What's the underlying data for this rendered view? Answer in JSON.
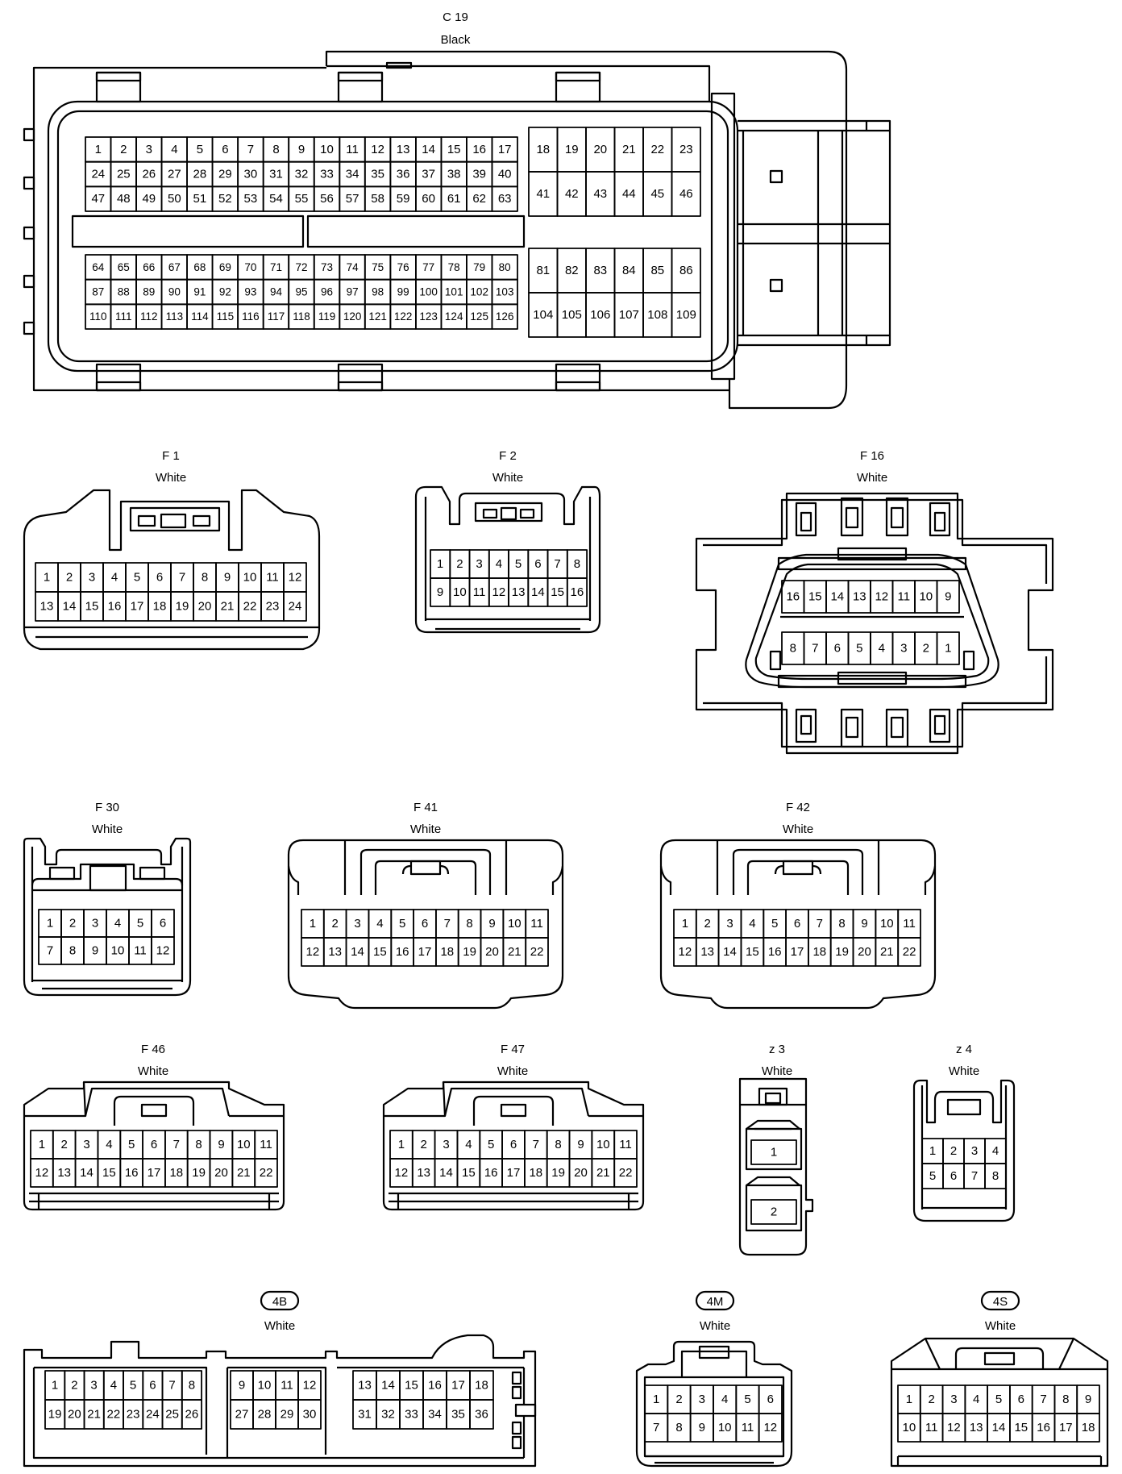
{
  "connectors": [
    {
      "id": "c19",
      "name": "C 19",
      "color": "Black",
      "blocks": [
        {
          "rows": [
            [
              1,
              2,
              3,
              4,
              5,
              6,
              7,
              8,
              9,
              10,
              11,
              12,
              13,
              14,
              15,
              16,
              17
            ],
            [
              24,
              25,
              26,
              27,
              28,
              29,
              30,
              31,
              32,
              33,
              34,
              35,
              36,
              37,
              38,
              39,
              40
            ],
            [
              47,
              48,
              49,
              50,
              51,
              52,
              53,
              54,
              55,
              56,
              57,
              58,
              59,
              60,
              61,
              62,
              63
            ]
          ]
        },
        {
          "rows": [
            [
              18,
              19,
              20,
              21,
              22,
              23
            ],
            [
              41,
              42,
              43,
              44,
              45,
              46
            ]
          ]
        },
        {
          "rows": [
            [
              64,
              65,
              66,
              67,
              68,
              69,
              70,
              71,
              72,
              73,
              74,
              75,
              76,
              77,
              78,
              79,
              80
            ],
            [
              87,
              88,
              89,
              90,
              91,
              92,
              93,
              94,
              95,
              96,
              97,
              98,
              99,
              100,
              101,
              102,
              103
            ],
            [
              110,
              111,
              112,
              113,
              114,
              115,
              116,
              117,
              118,
              119,
              120,
              121,
              122,
              123,
              124,
              125,
              126
            ]
          ]
        },
        {
          "rows": [
            [
              81,
              82,
              83,
              84,
              85,
              86
            ],
            [
              104,
              105,
              106,
              107,
              108,
              109
            ]
          ]
        }
      ]
    },
    {
      "id": "f1",
      "name": "F 1",
      "color": "White",
      "blocks": [
        {
          "rows": [
            [
              1,
              2,
              3,
              4,
              5,
              6,
              7,
              8,
              9,
              10,
              11,
              12
            ],
            [
              13,
              14,
              15,
              16,
              17,
              18,
              19,
              20,
              21,
              22,
              23,
              24
            ]
          ]
        }
      ]
    },
    {
      "id": "f2",
      "name": "F 2",
      "color": "White",
      "blocks": [
        {
          "rows": [
            [
              1,
              2,
              3,
              4,
              5,
              6,
              7,
              8
            ],
            [
              9,
              10,
              11,
              12,
              13,
              14,
              15,
              16
            ]
          ]
        }
      ]
    },
    {
      "id": "f16",
      "name": "F 16",
      "color": "White",
      "blocks": [
        {
          "rows": [
            [
              16,
              15,
              14,
              13,
              12,
              11,
              10,
              9
            ],
            [
              8,
              7,
              6,
              5,
              4,
              3,
              2,
              1
            ]
          ]
        }
      ]
    },
    {
      "id": "f30",
      "name": "F 30",
      "color": "White",
      "blocks": [
        {
          "rows": [
            [
              1,
              2,
              3,
              4,
              5,
              6
            ],
            [
              7,
              8,
              9,
              10,
              11,
              12
            ]
          ]
        }
      ]
    },
    {
      "id": "f41",
      "name": "F 41",
      "color": "White",
      "blocks": [
        {
          "rows": [
            [
              1,
              2,
              3,
              4,
              5,
              6,
              7,
              8,
              9,
              10,
              11
            ],
            [
              12,
              13,
              14,
              15,
              16,
              17,
              18,
              19,
              20,
              21,
              22
            ]
          ]
        }
      ]
    },
    {
      "id": "f42",
      "name": "F 42",
      "color": "White",
      "blocks": [
        {
          "rows": [
            [
              1,
              2,
              3,
              4,
              5,
              6,
              7,
              8,
              9,
              10,
              11
            ],
            [
              12,
              13,
              14,
              15,
              16,
              17,
              18,
              19,
              20,
              21,
              22
            ]
          ]
        }
      ]
    },
    {
      "id": "f46",
      "name": "F 46",
      "color": "White",
      "blocks": [
        {
          "rows": [
            [
              1,
              2,
              3,
              4,
              5,
              6,
              7,
              8,
              9,
              10,
              11
            ],
            [
              12,
              13,
              14,
              15,
              16,
              17,
              18,
              19,
              20,
              21,
              22
            ]
          ]
        }
      ]
    },
    {
      "id": "f47",
      "name": "F 47",
      "color": "White",
      "blocks": [
        {
          "rows": [
            [
              1,
              2,
              3,
              4,
              5,
              6,
              7,
              8,
              9,
              10,
              11
            ],
            [
              12,
              13,
              14,
              15,
              16,
              17,
              18,
              19,
              20,
              21,
              22
            ]
          ]
        }
      ]
    },
    {
      "id": "z3",
      "name": "z 3",
      "color": "White",
      "blocks": [
        {
          "rows": [
            [
              1
            ],
            [
              2
            ]
          ]
        }
      ]
    },
    {
      "id": "z4",
      "name": "z 4",
      "color": "White",
      "blocks": [
        {
          "rows": [
            [
              1,
              2,
              3,
              4
            ],
            [
              5,
              6,
              7,
              8
            ]
          ]
        }
      ]
    },
    {
      "id": "c4b",
      "name": "4B",
      "color": "White",
      "blocks": [
        {
          "rows": [
            [
              1,
              2,
              3,
              4,
              5,
              6,
              7,
              8
            ],
            [
              19,
              20,
              21,
              22,
              23,
              24,
              25,
              26
            ]
          ]
        },
        {
          "rows": [
            [
              9,
              10,
              11,
              12
            ],
            [
              27,
              28,
              29,
              30
            ]
          ]
        },
        {
          "rows": [
            [
              13,
              14,
              15,
              16,
              17,
              18
            ],
            [
              31,
              32,
              33,
              34,
              35,
              36
            ]
          ]
        }
      ]
    },
    {
      "id": "c4m",
      "name": "4M",
      "color": "White",
      "blocks": [
        {
          "rows": [
            [
              1,
              2,
              3,
              4,
              5,
              6
            ],
            [
              7,
              8,
              9,
              10,
              11,
              12
            ]
          ]
        }
      ]
    },
    {
      "id": "c4s",
      "name": "4S",
      "color": "White",
      "blocks": [
        {
          "rows": [
            [
              1,
              2,
              3,
              4,
              5,
              6,
              7,
              8,
              9
            ],
            [
              10,
              11,
              12,
              13,
              14,
              15,
              16,
              17,
              18
            ]
          ]
        }
      ]
    }
  ]
}
